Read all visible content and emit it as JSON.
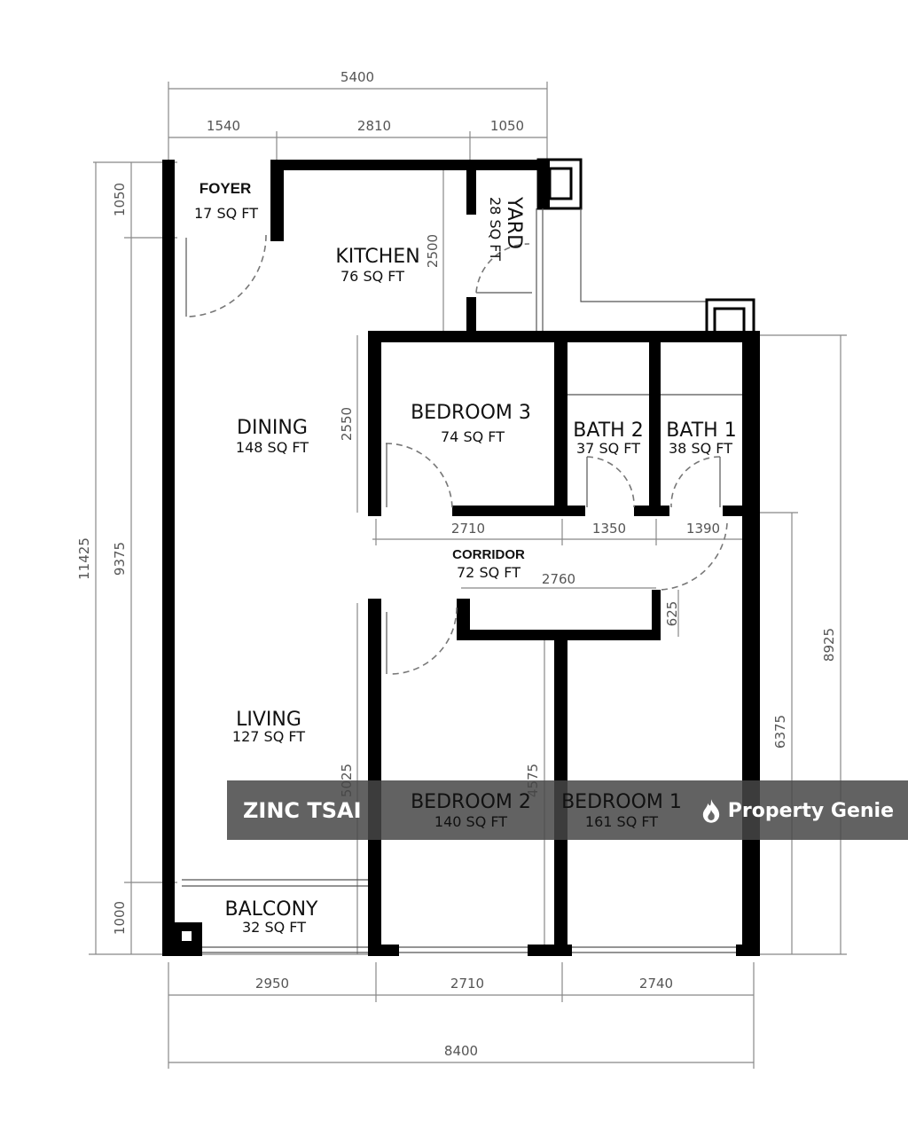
{
  "rooms": {
    "foyer": {
      "name": "FOYER",
      "area": "17 SQ FT"
    },
    "kitchen": {
      "name": "KITCHEN",
      "area": "76 SQ FT"
    },
    "yard": {
      "name": "YARD",
      "area": "28 SQ FT"
    },
    "dining": {
      "name": "DINING",
      "area": "148 SQ FT"
    },
    "bedroom3": {
      "name": "BEDROOM 3",
      "area": "74 SQ FT"
    },
    "bath2": {
      "name": "BATH 2",
      "area": "37 SQ FT"
    },
    "bath1": {
      "name": "BATH 1",
      "area": "38 SQ FT"
    },
    "corridor": {
      "name": "CORRIDOR",
      "area": "72 SQ FT"
    },
    "living": {
      "name": "LIVING",
      "area": "127 SQ FT"
    },
    "bedroom2": {
      "name": "BEDROOM 2",
      "area": "140 SQ FT"
    },
    "bedroom1": {
      "name": "BEDROOM 1",
      "area": "161 SQ FT"
    },
    "balcony": {
      "name": "BALCONY",
      "area": "32 SQ FT"
    }
  },
  "dimensions": {
    "top_total": "5400",
    "top_1": "1540",
    "top_2": "2810",
    "top_3": "1050",
    "left_total": "11425",
    "left_top": "1050",
    "left_mid": "9375",
    "left_bottom": "1000",
    "kitchen_height": "2500",
    "bedroom3_height": "2550",
    "bedroom3_width": "2710",
    "bath2_width": "1350",
    "bath1_width": "1390",
    "closet_width": "2760",
    "closet_depth": "625",
    "bedroom2_height": "5025",
    "bedroom1_height": "4575",
    "right_inner": "6375",
    "right_outer": "8925",
    "bottom_1": "2950",
    "bottom_2": "2710",
    "bottom_3": "2740",
    "bottom_total": "8400"
  },
  "watermark": {
    "agent": "ZINC TSAI",
    "brand": "Property Genie",
    "brand_icon": "flame-logo-icon"
  }
}
